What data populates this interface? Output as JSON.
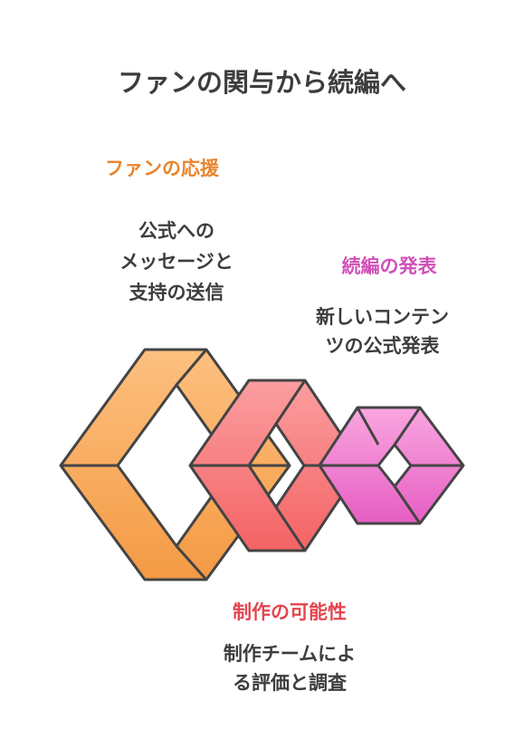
{
  "title": "ファンの関与から続編へ",
  "sections": [
    {
      "heading": "ファンの応援",
      "body_lines": [
        "公式への",
        "メッセージと",
        "支持の送信"
      ]
    },
    {
      "heading": "続編の発表",
      "body_lines": [
        "新しいコンテン",
        "ツの公式発表"
      ]
    },
    {
      "heading": "制作の可能性",
      "body_lines": [
        "制作チームによ",
        "る評価と調査"
      ]
    }
  ],
  "colors": {
    "orange_light": "#fdc07f",
    "orange": "#f8a65a",
    "orange_dark": "#f49a44",
    "red_light": "#fb9ea0",
    "red": "#f77f80",
    "red_dark": "#f46364",
    "pink_light": "#f9a6e0",
    "pink": "#f077d2",
    "pink_dark": "#e65ec3",
    "outline": "#444444"
  }
}
